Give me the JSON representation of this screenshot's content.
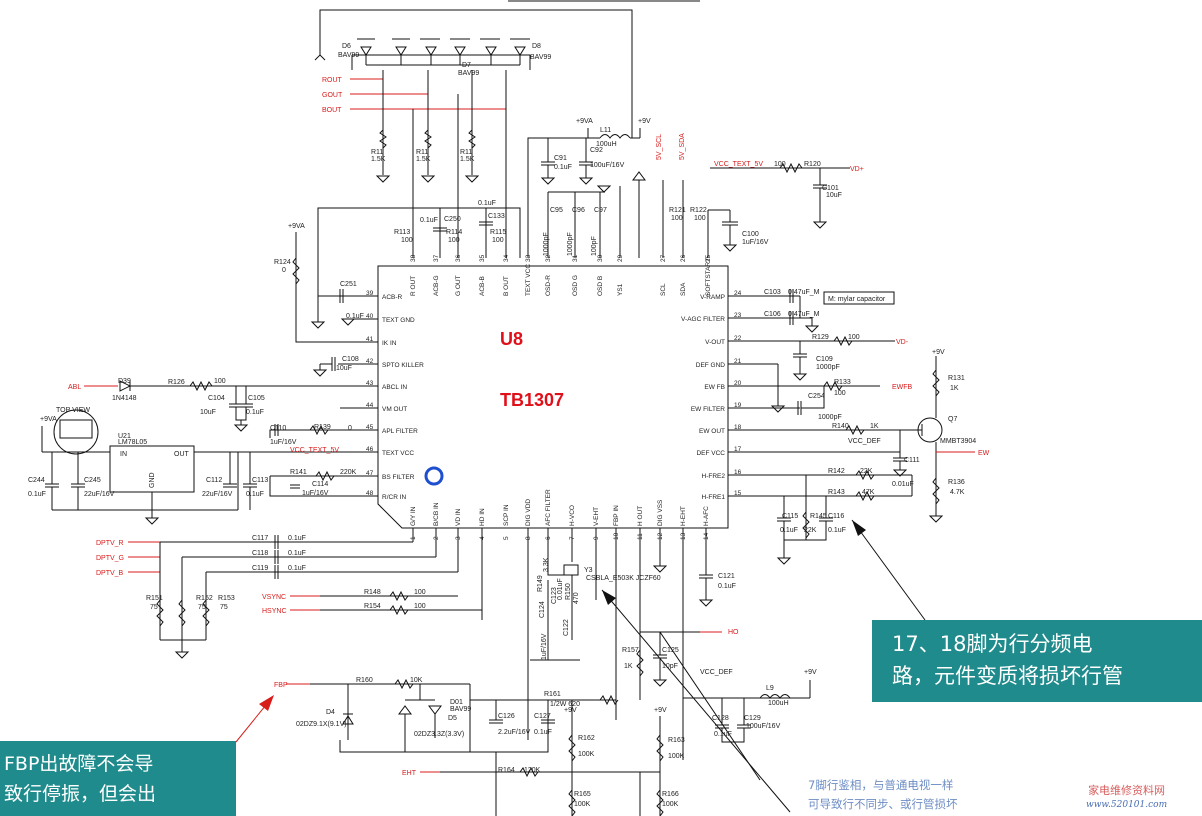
{
  "chip": {
    "ref": "U8",
    "part": "TB1307"
  },
  "pins_top": [
    {
      "num": "38",
      "name": "R OUT"
    },
    {
      "num": "37",
      "name": "ACB-G"
    },
    {
      "num": "36",
      "name": "G OUT"
    },
    {
      "num": "35",
      "name": "ACB-B"
    },
    {
      "num": "34",
      "name": "B OUT"
    },
    {
      "num": "33",
      "name": "TEXT VCC"
    },
    {
      "num": "32",
      "name": "OSD-R"
    },
    {
      "num": "31",
      "name": "OSD G"
    },
    {
      "num": "30",
      "name": "OSD B"
    },
    {
      "num": "29",
      "name": "YS1"
    },
    {
      "num": "27",
      "name": "SCL"
    },
    {
      "num": "26",
      "name": "SDA"
    },
    {
      "num": "25",
      "name": "SOFTSTART"
    }
  ],
  "pins_left": [
    {
      "num": "39",
      "name": "ACB-R"
    },
    {
      "num": "40",
      "name": "TEXT GND"
    },
    {
      "num": "41",
      "name": "IK IN"
    },
    {
      "num": "42",
      "name": "SPTO KILLER"
    },
    {
      "num": "43",
      "name": "ABCL IN"
    },
    {
      "num": "44",
      "name": "VM OUT"
    },
    {
      "num": "45",
      "name": "APL FILTER"
    },
    {
      "num": "46",
      "name": "TEXT VCC"
    },
    {
      "num": "47",
      "name": "BS FILTER"
    },
    {
      "num": "48",
      "name": "R/CR IN"
    }
  ],
  "pins_right": [
    {
      "num": "24",
      "name": "V-RAMP"
    },
    {
      "num": "23",
      "name": "V-AGC FILTER"
    },
    {
      "num": "22",
      "name": "V-OUT"
    },
    {
      "num": "21",
      "name": "DEF GND"
    },
    {
      "num": "20",
      "name": "EW FB"
    },
    {
      "num": "19",
      "name": "EW FILTER"
    },
    {
      "num": "18",
      "name": "EW OUT"
    },
    {
      "num": "17",
      "name": "DEF VCC"
    },
    {
      "num": "16",
      "name": "H-FRE2"
    },
    {
      "num": "15",
      "name": "H-FRE1"
    }
  ],
  "pins_bottom": [
    {
      "num": "1",
      "name": "G/Y IN"
    },
    {
      "num": "2",
      "name": "B/CB IN"
    },
    {
      "num": "3",
      "name": "VD IN"
    },
    {
      "num": "4",
      "name": "HD IN"
    },
    {
      "num": "5",
      "name": "SCP IN"
    },
    {
      "num": "6",
      "name": "AFC FILTER"
    },
    {
      "num": "7",
      "name": "H-VCO"
    },
    {
      "num": "8",
      "name": "DIG VDD"
    },
    {
      "num": "9",
      "name": "V-EHT"
    },
    {
      "num": "10",
      "name": "FBP IN"
    },
    {
      "num": "11",
      "name": "H OUT"
    },
    {
      "num": "12",
      "name": "DIG VSS"
    },
    {
      "num": "13",
      "name": "H-EHT"
    },
    {
      "num": "14",
      "name": "H-AFC"
    }
  ],
  "labels": [
    {
      "id": "d6",
      "text": "D6"
    },
    {
      "id": "d6v",
      "text": "BAV99"
    },
    {
      "id": "d7",
      "text": "D7"
    },
    {
      "id": "d7v",
      "text": "BAV99"
    },
    {
      "id": "d8",
      "text": "D8"
    },
    {
      "id": "d8v",
      "text": "BAV99"
    },
    {
      "id": "rout",
      "text": "ROUT"
    },
    {
      "id": "gout",
      "text": "GOUT"
    },
    {
      "id": "bout",
      "text": "BOUT"
    },
    {
      "id": "r11a",
      "text": "R11"
    },
    {
      "id": "r11av",
      "text": "1.5K"
    },
    {
      "id": "r11b",
      "text": "R11"
    },
    {
      "id": "r11bv",
      "text": "1.5K"
    },
    {
      "id": "r11c",
      "text": "R11"
    },
    {
      "id": "r11cv",
      "text": "1.5K"
    },
    {
      "id": "p9va1",
      "text": "+9VA"
    },
    {
      "id": "p9v1",
      "text": "+9V"
    },
    {
      "id": "l11",
      "text": "L11"
    },
    {
      "id": "l11v",
      "text": "100uH"
    },
    {
      "id": "c91",
      "text": "C91"
    },
    {
      "id": "c91v",
      "text": "0.1uF"
    },
    {
      "id": "c92",
      "text": "C92"
    },
    {
      "id": "c92v",
      "text": "100uF/16V"
    },
    {
      "id": "scl5",
      "text": "5V_SCL"
    },
    {
      "id": "sda5",
      "text": "5V_SDA"
    },
    {
      "id": "vcctext",
      "text": "VCC_TEXT_5V"
    },
    {
      "id": "r120v",
      "text": "100"
    },
    {
      "id": "r120",
      "text": "R120"
    },
    {
      "id": "vdplus",
      "text": "VD+"
    },
    {
      "id": "c101",
      "text": "C101"
    },
    {
      "id": "c101v",
      "text": "10uF"
    },
    {
      "id": "c01",
      "text": "0.1uF"
    },
    {
      "id": "c250",
      "text": "C250"
    },
    {
      "id": "c133v",
      "text": "0.1uF"
    },
    {
      "id": "c133",
      "text": "C133"
    },
    {
      "id": "r113",
      "text": "R113"
    },
    {
      "id": "r113v",
      "text": "100"
    },
    {
      "id": "r114",
      "text": "R114"
    },
    {
      "id": "r114v",
      "text": "100"
    },
    {
      "id": "r115",
      "text": "R115"
    },
    {
      "id": "r115v",
      "text": "100"
    },
    {
      "id": "c95",
      "text": "C95"
    },
    {
      "id": "c96",
      "text": "C96"
    },
    {
      "id": "c97",
      "text": "C97"
    },
    {
      "id": "c95v",
      "text": "1000pF"
    },
    {
      "id": "c96v",
      "text": "1000pF"
    },
    {
      "id": "c97v",
      "text": "100pF"
    },
    {
      "id": "r121",
      "text": "R121"
    },
    {
      "id": "r121v",
      "text": "100"
    },
    {
      "id": "r122",
      "text": "R122"
    },
    {
      "id": "r122v",
      "text": "100"
    },
    {
      "id": "c100",
      "text": "C100"
    },
    {
      "id": "c100v",
      "text": "1uF/16V"
    },
    {
      "id": "p9va2",
      "text": "+9VA"
    },
    {
      "id": "r124",
      "text": "R124"
    },
    {
      "id": "r124v",
      "text": "0"
    },
    {
      "id": "c251",
      "text": "C251"
    },
    {
      "id": "c251v",
      "text": "0.1uF"
    },
    {
      "id": "c108",
      "text": "C108"
    },
    {
      "id": "c108v",
      "text": "10uF"
    },
    {
      "id": "abl",
      "text": "ABL"
    },
    {
      "id": "d39",
      "text": "D39"
    },
    {
      "id": "d39v",
      "text": "1N4148"
    },
    {
      "id": "r126",
      "text": "R126"
    },
    {
      "id": "r126v",
      "text": "100"
    },
    {
      "id": "c104",
      "text": "C104"
    },
    {
      "id": "c104v",
      "text": "10uF"
    },
    {
      "id": "c105",
      "text": "C105"
    },
    {
      "id": "c105v",
      "text": "0.1uF"
    },
    {
      "id": "topview",
      "text": "TOP VIEW"
    },
    {
      "id": "p9va3",
      "text": "+9VA"
    },
    {
      "id": "u21",
      "text": "U21"
    },
    {
      "id": "u21v",
      "text": "LM78L05"
    },
    {
      "id": "u21in",
      "text": "IN"
    },
    {
      "id": "u21out",
      "text": "OUT"
    },
    {
      "id": "u21gnd",
      "text": "GND"
    },
    {
      "id": "c110",
      "text": "C110"
    },
    {
      "id": "c110v",
      "text": "1uF/16V"
    },
    {
      "id": "r139",
      "text": "R139"
    },
    {
      "id": "r139v",
      "text": "0"
    },
    {
      "id": "vcctext2",
      "text": "VCC_TEXT_5V"
    },
    {
      "id": "c244",
      "text": "C244"
    },
    {
      "id": "c244v",
      "text": "0.1uF"
    },
    {
      "id": "c245",
      "text": "C245"
    },
    {
      "id": "c245v",
      "text": "22uF/16V"
    },
    {
      "id": "c112",
      "text": "C112"
    },
    {
      "id": "c112v",
      "text": "22uF/16V"
    },
    {
      "id": "c113",
      "text": "C113"
    },
    {
      "id": "c113v",
      "text": "0.1uF"
    },
    {
      "id": "r141",
      "text": "R141"
    },
    {
      "id": "r141v",
      "text": "220K"
    },
    {
      "id": "c114",
      "text": "C114"
    },
    {
      "id": "c114v",
      "text": "1uF/16V"
    },
    {
      "id": "c103",
      "text": "C103"
    },
    {
      "id": "c103v",
      "text": "0.47uF_M"
    },
    {
      "id": "c106",
      "text": "C106"
    },
    {
      "id": "c106v",
      "text": "0.47uF_M"
    },
    {
      "id": "mylar",
      "text": "M: mylar capacitor"
    },
    {
      "id": "r129",
      "text": "R129"
    },
    {
      "id": "r129v",
      "text": "100"
    },
    {
      "id": "vdminus",
      "text": "VD-"
    },
    {
      "id": "c109",
      "text": "C109"
    },
    {
      "id": "c109v",
      "text": "1000pF"
    },
    {
      "id": "r133",
      "text": "R133"
    },
    {
      "id": "r133v",
      "text": "100"
    },
    {
      "id": "ewfb",
      "text": "EWFB"
    },
    {
      "id": "c254",
      "text": "C254"
    },
    {
      "id": "c254v",
      "text": "1000pF"
    },
    {
      "id": "r140",
      "text": "R140"
    },
    {
      "id": "r140v",
      "text": "1K"
    },
    {
      "id": "vccdef",
      "text": "VCC_DEF"
    },
    {
      "id": "c111",
      "text": "C111"
    },
    {
      "id": "c111v",
      "text": "0.01uF"
    },
    {
      "id": "p9v2",
      "text": "+9V"
    },
    {
      "id": "r131",
      "text": "R131"
    },
    {
      "id": "r131v",
      "text": "1K"
    },
    {
      "id": "q7",
      "text": "Q7"
    },
    {
      "id": "q7v",
      "text": "MMBT3904"
    },
    {
      "id": "ew",
      "text": "EW"
    },
    {
      "id": "r136",
      "text": "R136"
    },
    {
      "id": "r136v",
      "text": "4.7K"
    },
    {
      "id": "r142",
      "text": "R142"
    },
    {
      "id": "r142v",
      "text": "22K"
    },
    {
      "id": "r143",
      "text": "R143"
    },
    {
      "id": "r143v",
      "text": "47K"
    },
    {
      "id": "c115",
      "text": "C115"
    },
    {
      "id": "c115v",
      "text": "0.1uF"
    },
    {
      "id": "r145",
      "text": "R145"
    },
    {
      "id": "r145v",
      "text": "22K"
    },
    {
      "id": "c116",
      "text": "C116"
    },
    {
      "id": "c116v",
      "text": "0.1uF"
    },
    {
      "id": "dptvr",
      "text": "DPTV_R"
    },
    {
      "id": "dptvg",
      "text": "DPTV_G"
    },
    {
      "id": "dptvb",
      "text": "DPTV_B"
    },
    {
      "id": "c117",
      "text": "C117"
    },
    {
      "id": "c117v",
      "text": "0.1uF"
    },
    {
      "id": "c118",
      "text": "C118"
    },
    {
      "id": "c118v",
      "text": "0.1uF"
    },
    {
      "id": "c119",
      "text": "C119"
    },
    {
      "id": "c119v",
      "text": "0.1uF"
    },
    {
      "id": "r151",
      "text": "R151"
    },
    {
      "id": "r151v",
      "text": "75"
    },
    {
      "id": "r152",
      "text": "R152"
    },
    {
      "id": "r152v",
      "text": "75"
    },
    {
      "id": "r153",
      "text": "R153"
    },
    {
      "id": "r153v",
      "text": "75"
    },
    {
      "id": "vsync",
      "text": "VSYNC"
    },
    {
      "id": "hsync",
      "text": "HSYNC"
    },
    {
      "id": "r148",
      "text": "R148"
    },
    {
      "id": "r148v",
      "text": "100"
    },
    {
      "id": "r154",
      "text": "R154"
    },
    {
      "id": "r154v",
      "text": "100"
    },
    {
      "id": "r149",
      "text": "R149"
    },
    {
      "id": "r149v",
      "text": "3.3K"
    },
    {
      "id": "c123",
      "text": "C123"
    },
    {
      "id": "c123v",
      "text": "0.01uF"
    },
    {
      "id": "y3",
      "text": "Y3"
    },
    {
      "id": "y3v",
      "text": "CSBLA_E503K JCZF60"
    },
    {
      "id": "r150",
      "text": "R150"
    },
    {
      "id": "r150v",
      "text": "470"
    },
    {
      "id": "c124",
      "text": "C124"
    },
    {
      "id": "c124v",
      "text": "1uF/16V"
    },
    {
      "id": "c122",
      "text": "C122"
    },
    {
      "id": "c121",
      "text": "C121"
    },
    {
      "id": "c121v",
      "text": "0.1uF"
    },
    {
      "id": "ho",
      "text": "HO"
    },
    {
      "id": "r157",
      "text": "R157"
    },
    {
      "id": "r157v",
      "text": "1K"
    },
    {
      "id": "c125",
      "text": "C125"
    },
    {
      "id": "c125v",
      "text": "10pF"
    },
    {
      "id": "fbp",
      "text": "FBP"
    },
    {
      "id": "r160",
      "text": "R160"
    },
    {
      "id": "r160v",
      "text": "10K"
    },
    {
      "id": "d4",
      "text": "D4"
    },
    {
      "id": "d4v",
      "text": "02DZ9.1X(9.1V)"
    },
    {
      "id": "d01",
      "text": "D01"
    },
    {
      "id": "d01v",
      "text": "BAV99"
    },
    {
      "id": "d5",
      "text": "D5"
    },
    {
      "id": "d5v",
      "text": "02DZ3.3Z(3.3V)"
    },
    {
      "id": "r161",
      "text": "R161"
    },
    {
      "id": "r161v",
      "text": "1/2W 620"
    },
    {
      "id": "p9v3",
      "text": "+9V"
    },
    {
      "id": "c126",
      "text": "C126"
    },
    {
      "id": "c126v",
      "text": "2.2uF/16V"
    },
    {
      "id": "c127",
      "text": "C127"
    },
    {
      "id": "c127v",
      "text": "0.1uF"
    },
    {
      "id": "r162",
      "text": "R162"
    },
    {
      "id": "r162v",
      "text": "100K"
    },
    {
      "id": "p9v4",
      "text": "+9V"
    },
    {
      "id": "r163",
      "text": "R163"
    },
    {
      "id": "r163v",
      "text": "100K"
    },
    {
      "id": "vccdef2",
      "text": "VCC_DEF"
    },
    {
      "id": "p9v5",
      "text": "+9V"
    },
    {
      "id": "l9",
      "text": "L9"
    },
    {
      "id": "l9v",
      "text": "100uH"
    },
    {
      "id": "c128",
      "text": "C128"
    },
    {
      "id": "c128v",
      "text": "0.1uF"
    },
    {
      "id": "c129",
      "text": "C129"
    },
    {
      "id": "c129v",
      "text": "100uF/16V"
    },
    {
      "id": "eht",
      "text": "EHT"
    },
    {
      "id": "r164",
      "text": "R164"
    },
    {
      "id": "r164v",
      "text": "120K"
    },
    {
      "id": "r165",
      "text": "R165"
    },
    {
      "id": "r165v",
      "text": "100K"
    },
    {
      "id": "r166",
      "text": "R166"
    },
    {
      "id": "r166v",
      "text": "100K"
    }
  ],
  "notes": {
    "pin17_18": [
      "17、18脚为行分频电",
      "路，元件变质将损坏行管"
    ],
    "fbp": [
      "FBP出故障不会导",
      "致行停振，但会出"
    ],
    "pin7": [
      "7脚行鉴相，与普通电视一样",
      "可导致行不同步、或行管损坏"
    ]
  },
  "watermark": {
    "title": "家电维修资料网",
    "url": "www.520101.com"
  },
  "colors": {
    "note_bg": "#1f8b8c",
    "chip_title": "#e0101a",
    "signal_label": "#d81c1c"
  }
}
